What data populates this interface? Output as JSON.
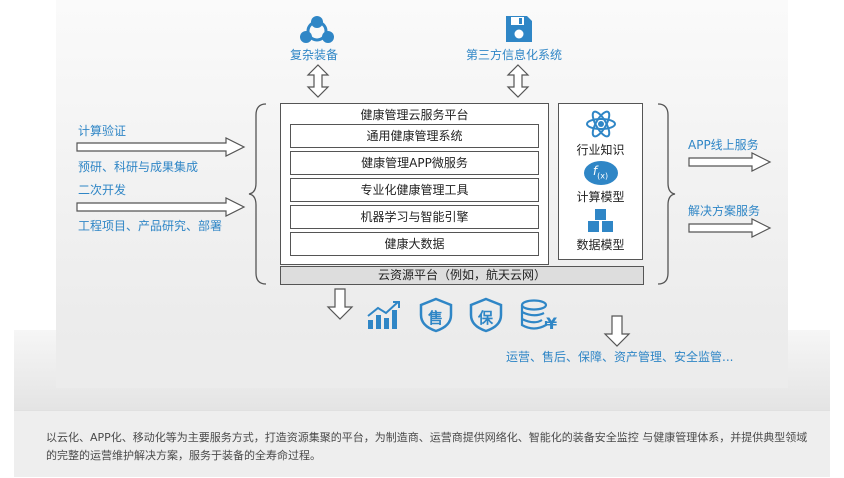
{
  "top": {
    "left_label": "复杂装备",
    "right_label": "第三方信息化系统"
  },
  "left": {
    "items": [
      "计算验证",
      "预研、科研与成果集成",
      "二次开发",
      "工程项目、产品研究、部署"
    ]
  },
  "platform": {
    "title": "健康管理云服务平台",
    "rows": [
      "通用健康管理系统",
      "健康管理APP微服务",
      "专业化健康管理工具",
      "机器学习与智能引擎",
      "健康大数据"
    ],
    "cloud": "云资源平台（例如，航天云网）"
  },
  "side": {
    "items": [
      "行业知识",
      "计算模型",
      "数据模型"
    ],
    "fx_symbol": "f",
    "fx_sub": "(x)"
  },
  "right": {
    "items": [
      "APP线上服务",
      "解决方案服务"
    ]
  },
  "bottom": {
    "icon_labels": [
      "售",
      "保"
    ],
    "services": "运营、售后、保障、资产管理、安全监管..."
  },
  "caption": "以云化、APP化、移动化等为主要服务方式，打造资源集聚的平台，为制造商、运营商提供网络化、智能化的装备安全监控 与健康管理体系，并提供典型领域的完整的运营维护解决方案，服务于装备的全寿命过程。",
  "colors": {
    "accent": "#2f86c6",
    "border": "#555555",
    "bg_panel": "#eeeeee"
  }
}
